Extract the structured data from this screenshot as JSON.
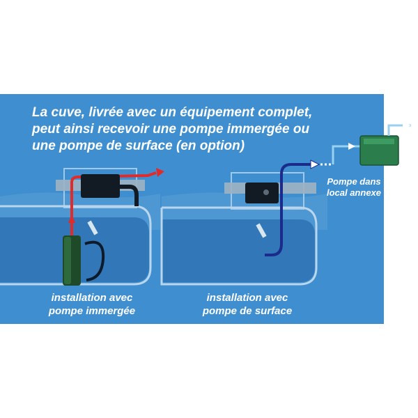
{
  "headline": {
    "line1": "La cuve, livrée avec un équipement complet,",
    "line2": "peut ainsi recevoir une pompe immergée ou",
    "line3": "une pompe de surface (en option)"
  },
  "left_caption": {
    "line1": "installation avec",
    "line2": "pompe immergée"
  },
  "right_caption": {
    "line1": "installation avec",
    "line2": "pompe de surface"
  },
  "annex_label": {
    "line1": "Pompe dans",
    "line2": "local annexe"
  },
  "colors": {
    "panel": "#3f8fd0",
    "water": "#3277b8",
    "tank_outline": "#b9d6ec",
    "immersed_pump": "#1f4a2a",
    "surface_pump": "#2c7d4c",
    "red_pipe": "#e02b2b",
    "blue_pipe": "#1b2b8c"
  },
  "icons": [
    "tank",
    "immersed-pump",
    "surface-pump",
    "pipe",
    "arrow",
    "external-pump"
  ]
}
